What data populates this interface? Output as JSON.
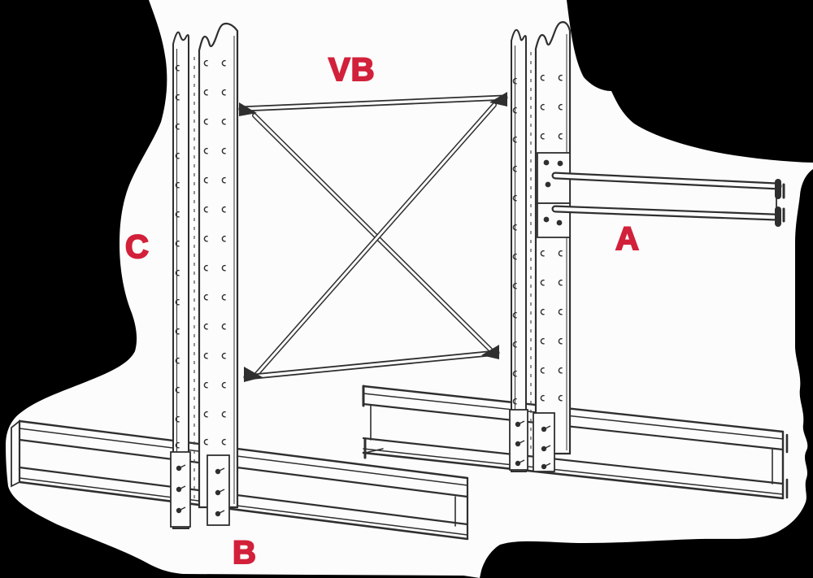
{
  "figure": {
    "type": "technical-line-drawing",
    "subject": "cantilever-rack-components",
    "labels": {
      "vertical_brace": "VB",
      "column": "C",
      "arm": "A",
      "base": "B"
    },
    "colors": {
      "background": "#000000",
      "paper": "#fcfcfc",
      "line": "#2f2f2f",
      "label_red": "#d2213a"
    }
  }
}
